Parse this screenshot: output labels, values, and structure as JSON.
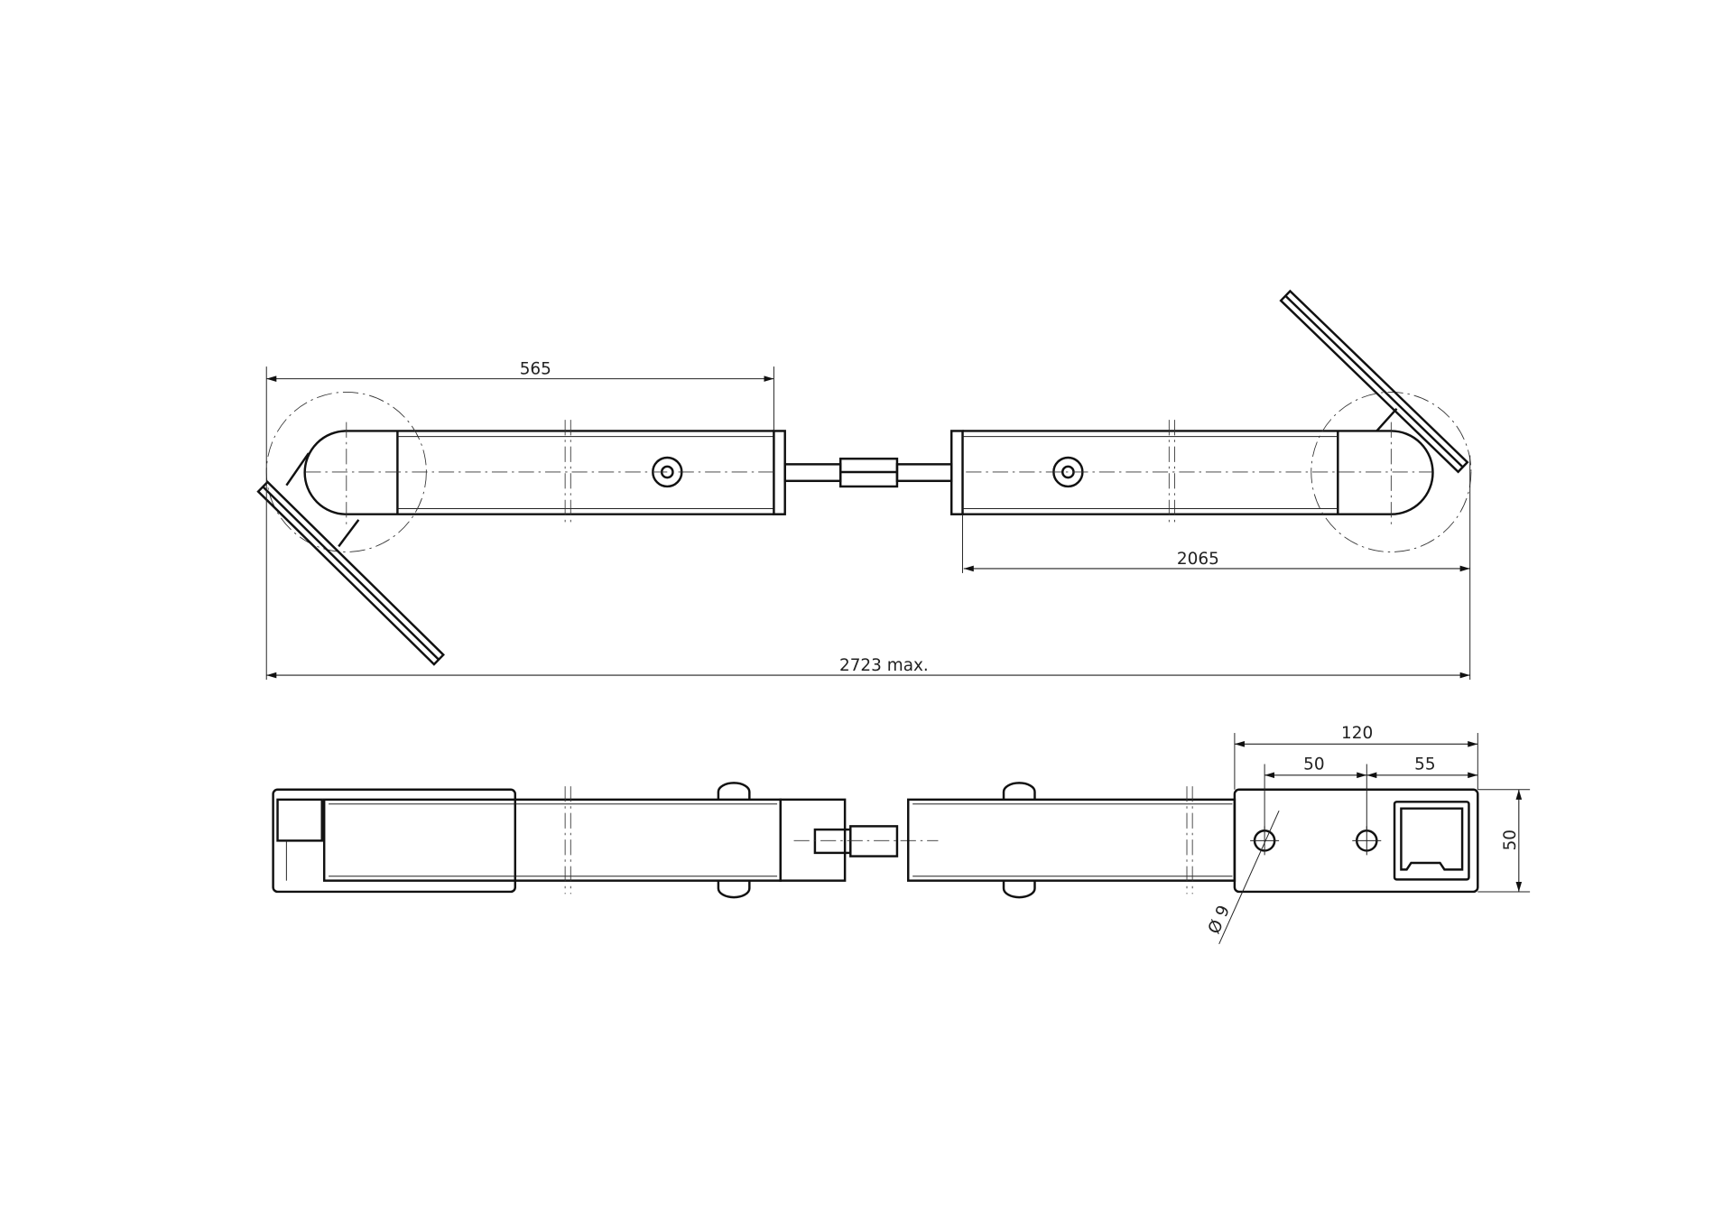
{
  "dimensions": {
    "arm_length": "565",
    "right_length": "2065",
    "total_length": "2723 max.",
    "plate_width": "120",
    "hole_spacing": "50",
    "hole_to_edge": "55",
    "plate_height": "50",
    "hole_diameter": "Ø 9"
  }
}
